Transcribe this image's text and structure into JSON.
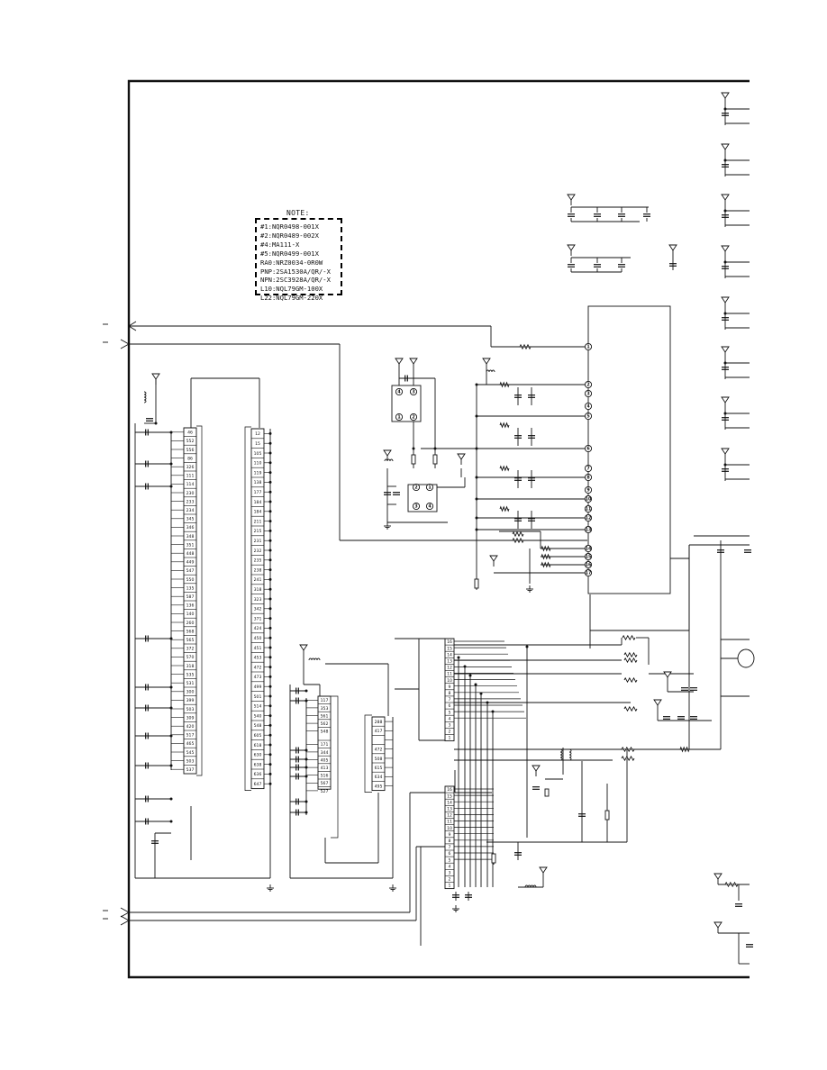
{
  "note": {
    "title": "NOTE:",
    "lines": [
      "#1:NQR0498-001X",
      "#2:NQR0489-002X",
      "#4:MA111-X",
      "#5:NQR0499-001X",
      "RA0:NRZ0034-0R0W",
      "PNP:2SA1530A/QR/-X",
      "NPN:2SC3928A/QR/-X",
      "L10:NQL79GM-100X",
      "L22:NQL79GM-220X"
    ]
  },
  "connectors": {
    "left_column_a": [
      "46",
      "552",
      "556",
      "86",
      "326",
      "111",
      "114",
      "230",
      "233",
      "234",
      "345",
      "346",
      "348",
      "351",
      "448",
      "449",
      "547",
      "550",
      "135",
      "587",
      "136",
      "140",
      "260",
      "568",
      "565",
      "372",
      "570",
      "318",
      "535",
      "531",
      "300",
      "399",
      "503",
      "309",
      "420",
      "517",
      "465",
      "545",
      "503",
      "537"
    ],
    "left_column_b": [
      "12",
      "15",
      "105",
      "110",
      "119",
      "138",
      "177",
      "184",
      "184",
      "211",
      "215",
      "231",
      "232",
      "235",
      "238",
      "241",
      "318",
      "323",
      "342",
      "371",
      "424",
      "450",
      "451",
      "453",
      "472",
      "473",
      "499",
      "501",
      "514",
      "540",
      "548",
      "605",
      "618",
      "630",
      "638",
      "636",
      "647"
    ],
    "mid_column": [
      "117",
      "353",
      "561",
      "562",
      "548",
      "171",
      "344",
      "405",
      "413",
      "516",
      "567",
      "527"
    ],
    "right_small_column": [
      "288",
      "417",
      "",
      "472",
      "508",
      "615",
      "634",
      "495"
    ],
    "upper_bus": [
      "16",
      "15",
      "14",
      "13",
      "12",
      "11",
      "10",
      "9",
      "8",
      "7",
      "6",
      "5",
      "4",
      "3",
      "2",
      "1"
    ],
    "lower_bus": [
      "16",
      "15",
      "14",
      "13",
      "12",
      "11",
      "10",
      "9",
      "8",
      "7",
      "6",
      "5",
      "4",
      "3",
      "2",
      "1"
    ]
  },
  "line_stroke": "#111111",
  "background": "#ffffff"
}
